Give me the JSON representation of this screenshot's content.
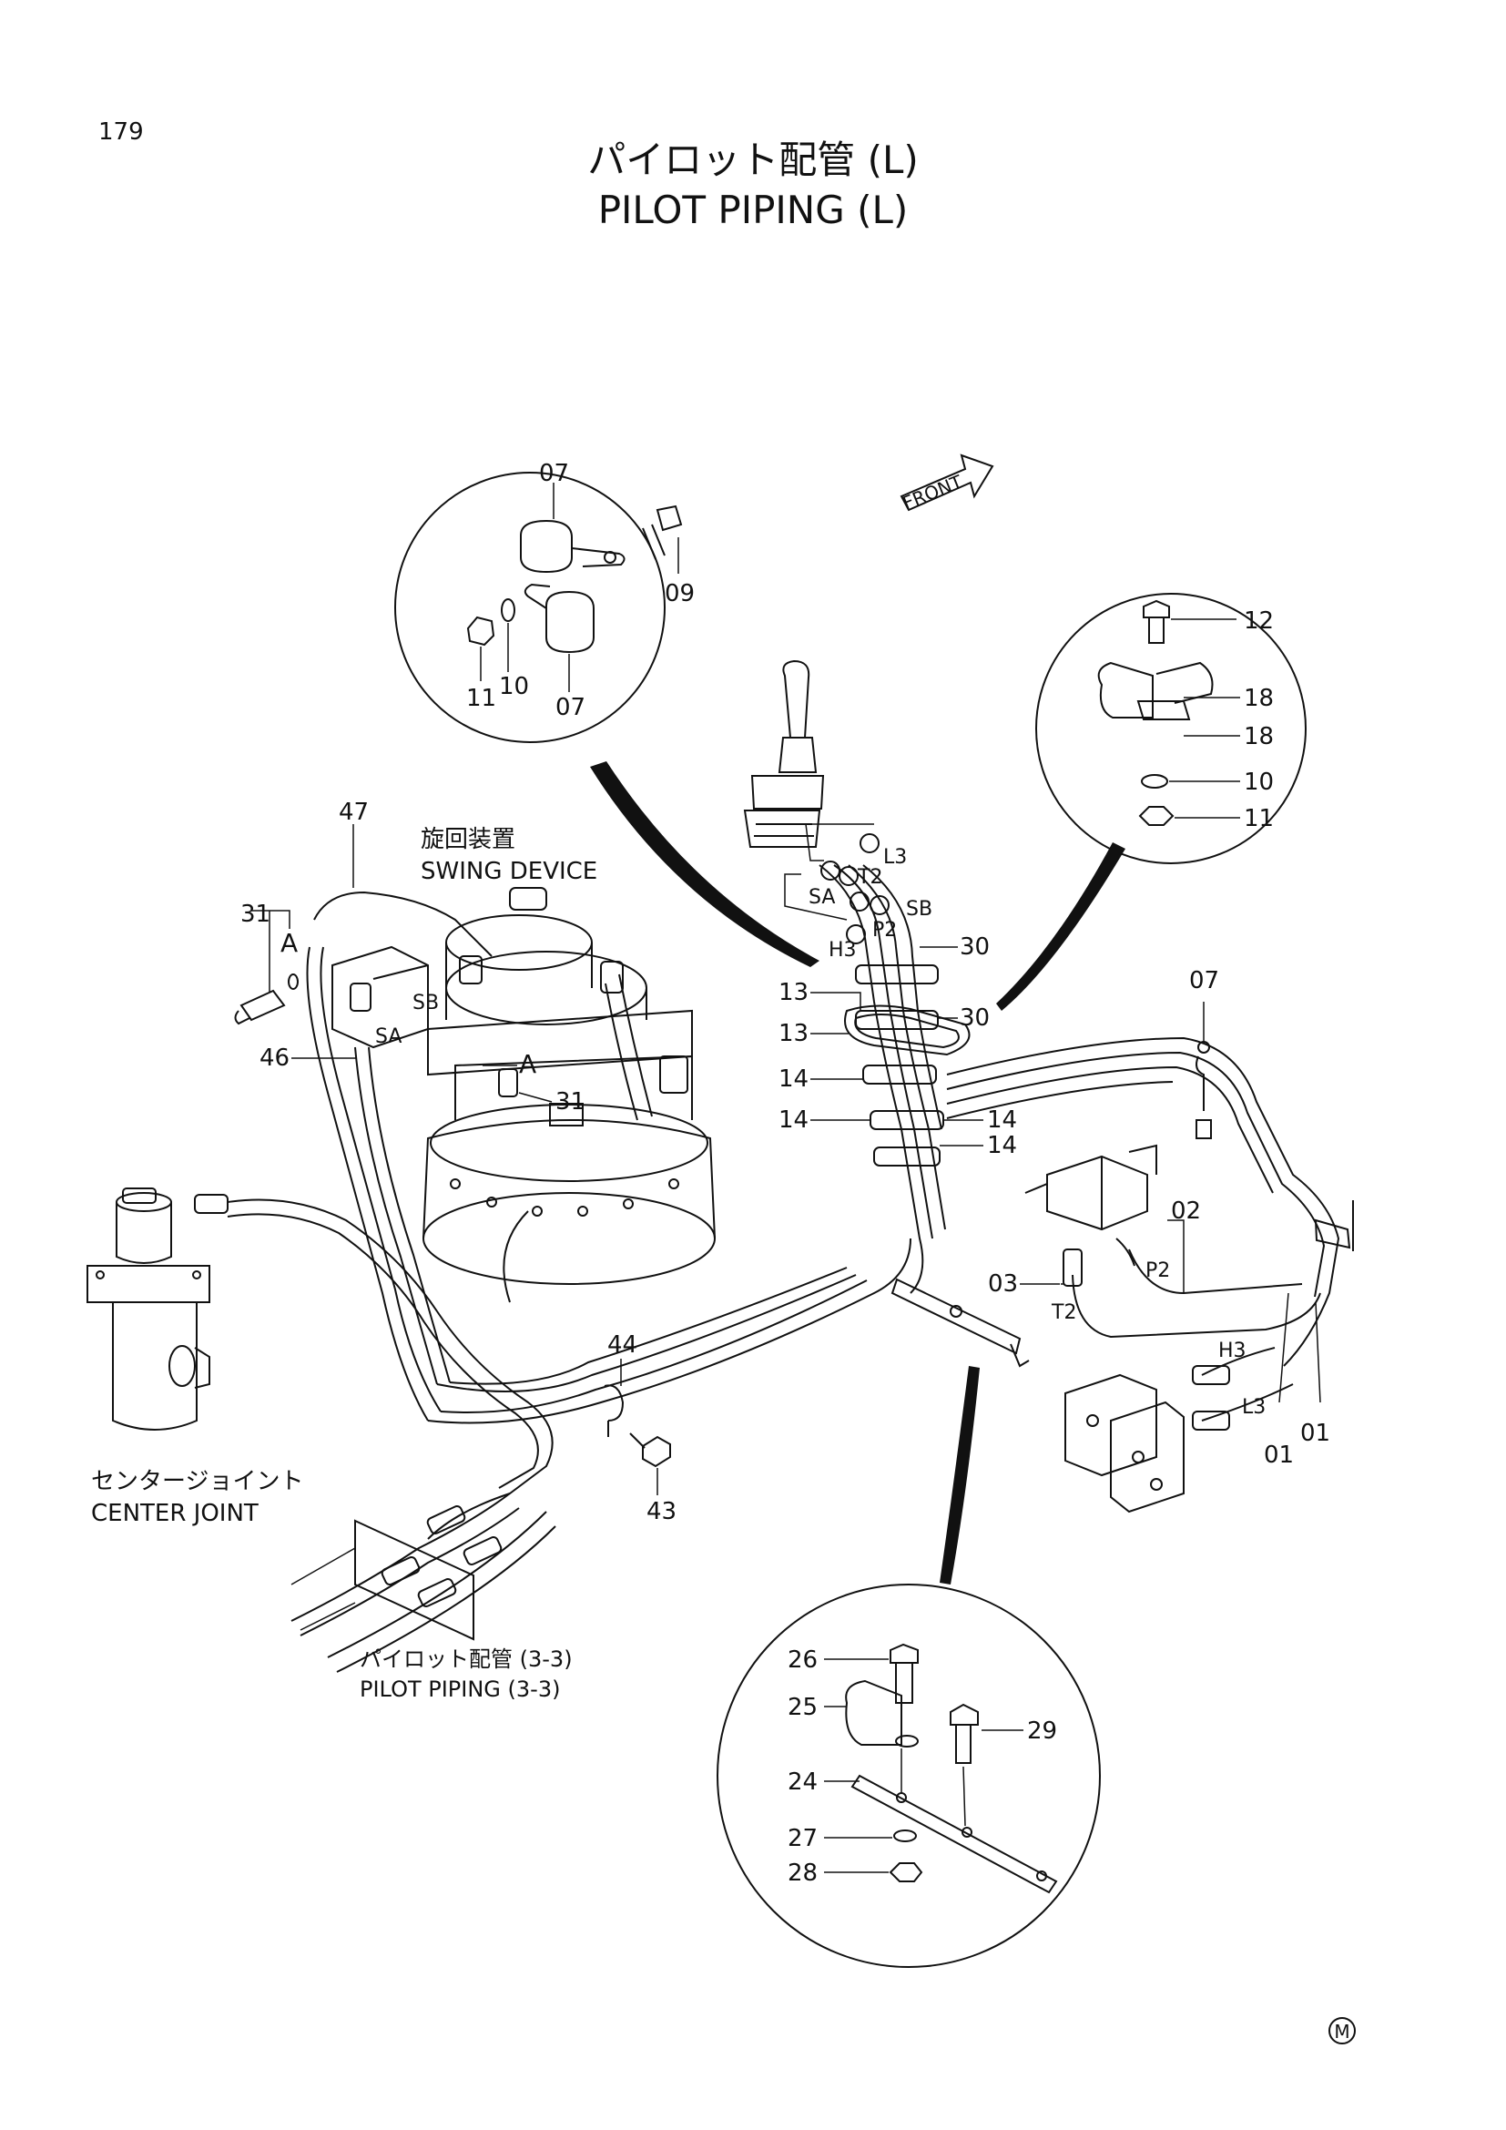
{
  "page_number": "179",
  "title_jp": "パイロット配管 (L)",
  "title_en": "PILOT PIPING (L)",
  "front_label": "FRONT",
  "components": {
    "swing_device_jp": "旋回装置",
    "swing_device_en": "SWING DEVICE",
    "center_joint_jp": "センタージョイント",
    "center_joint_en": "CENTER JOINT",
    "pilot_ref_jp": "パイロット配管 (3-3)",
    "pilot_ref_en": "PILOT PIPING (3-3)"
  },
  "detail_top_left": {
    "labels": [
      "07",
      "09",
      "11",
      "10",
      "07"
    ]
  },
  "detail_top_right": {
    "labels": [
      "12",
      "18",
      "18",
      "10",
      "11"
    ]
  },
  "detail_bottom": {
    "labels": [
      "26",
      "25",
      "29",
      "24",
      "27",
      "28"
    ]
  },
  "port_labels": {
    "L3": "L3",
    "T2": "T2",
    "SA": "SA",
    "SB": "SB",
    "P2": "P2",
    "H3": "H3",
    "A": "A"
  },
  "part_labels": {
    "p47": "47",
    "p31a": "31",
    "p31b": "31",
    "p46": "46",
    "p44": "44",
    "p43": "43",
    "p13a": "13",
    "p13b": "13",
    "p14a": "14",
    "p14b": "14",
    "p14c": "14",
    "p14d": "14",
    "p30a": "30",
    "p30b": "30",
    "p07": "07",
    "p02": "02",
    "p03": "03",
    "p01a": "01",
    "p01b": "01"
  },
  "footer_mark": "M"
}
